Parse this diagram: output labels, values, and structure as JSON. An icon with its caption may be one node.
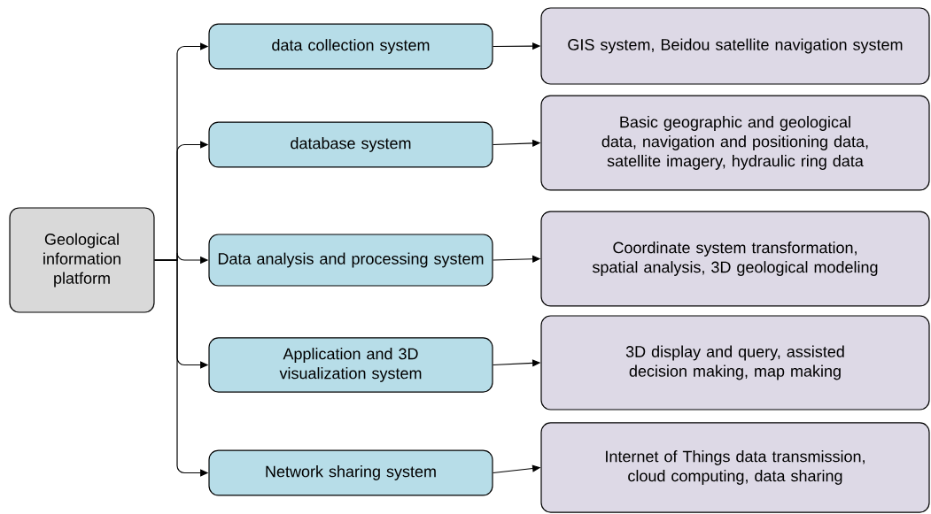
{
  "diagram": {
    "nodes": [
      {
        "text": [
          "Geological information platform"
        ]
      },
      {
        "text": [
          "data collection system"
        ]
      },
      {
        "text": [
          "database system"
        ]
      },
      {
        "text": [
          "Data analysis and processing system"
        ]
      },
      {
        "text": [
          "Application and 3D visualization system"
        ]
      },
      {
        "text": [
          "Network sharing system"
        ]
      },
      {
        "text": [
          "GIS system, Beidou satellite navigation system"
        ]
      },
      {
        "text": [
          "Basic geographic and geological data, navigation and positioning data, satellite imagery, hydraulic ring data"
        ]
      },
      {
        "text": [
          "Coordinate system transformation, spatial analysis, 3D geological modeling"
        ]
      },
      {
        "text": [
          "3D display and query, assisted decision making, map making"
        ]
      },
      {
        "text": [
          "Internet of Things data transmission, cloud computing, data sharing"
        ]
      }
    ],
    "edges": [
      {
        "from": 0,
        "to": 1,
        "arrow": "to"
      },
      {
        "from": 0,
        "to": 2,
        "arrow": "to"
      },
      {
        "from": 0,
        "to": 3,
        "arrow": "to"
      },
      {
        "from": 0,
        "to": 4,
        "arrow": "to"
      },
      {
        "from": 0,
        "to": 5,
        "arrow": "to"
      },
      {
        "from": 1,
        "to": 6,
        "arrow": "to"
      },
      {
        "from": 2,
        "to": 7,
        "arrow": "to"
      },
      {
        "from": 3,
        "to": 8,
        "arrow": "to"
      },
      {
        "from": 4,
        "to": 9,
        "arrow": "to"
      },
      {
        "from": 5,
        "to": 10,
        "arrow": "to"
      }
    ]
  }
}
